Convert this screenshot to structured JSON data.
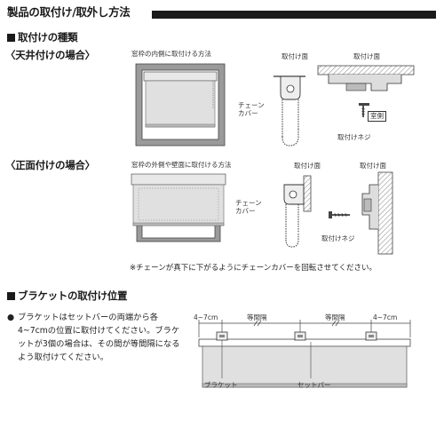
{
  "page": {
    "title": "製品の取付け/取外し方法"
  },
  "section1": {
    "heading": "取付けの種類",
    "ceiling": {
      "subtitle": "〈天井付けの場合〉",
      "caption": "窓枠の内側に取付ける方法",
      "label_mount_surface_a": "取付け面",
      "label_mount_surface_b": "取付け面",
      "label_chain_cover": "チェーン\nカバー",
      "label_room_side": "室側",
      "label_screw": "取付けネジ"
    },
    "front": {
      "subtitle": "〈正面付けの場合〉",
      "caption": "窓枠の外側や壁面に取付ける方法",
      "label_mount_surface_a": "取付け面",
      "label_mount_surface_b": "取付け面",
      "label_chain_cover": "チェーン\nカバー",
      "label_screw": "取付けネジ"
    },
    "note": "※チェーンが真下に下がるようにチェーンカバーを回転させてください。"
  },
  "section2": {
    "heading": "ブラケットの取付け位置",
    "bullet": "●",
    "body": "ブラケットはセットバーの両端から各4~7cmの位置に取付けてください。ブラケットが3個の場合は、その間が等間隔になるよう取付けてください。",
    "dim_left": "4~7cm",
    "dim_equal_1": "等間隔",
    "dim_equal_2": "等間隔",
    "dim_right": "4~7cm",
    "label_bracket": "ブラケット",
    "label_setbar": "セットバー"
  }
}
